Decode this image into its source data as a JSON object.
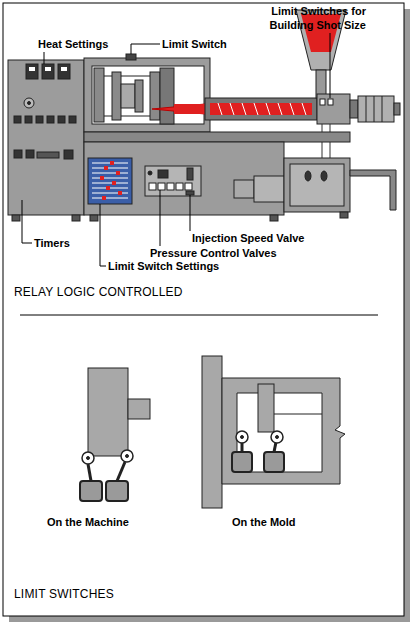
{
  "diagram": {
    "labels": [
      "Heat Settings",
      "Limit Switch",
      "Limit Switches for Building Shot Size",
      "Injection Speed Valve",
      "Pressure Control Valves",
      "Timers",
      "Limit Switch Settings",
      "RELAY LOGIC CONTROLLED",
      "On the Machine",
      "On the Mold",
      "LIMIT SWITCHES"
    ]
  }
}
